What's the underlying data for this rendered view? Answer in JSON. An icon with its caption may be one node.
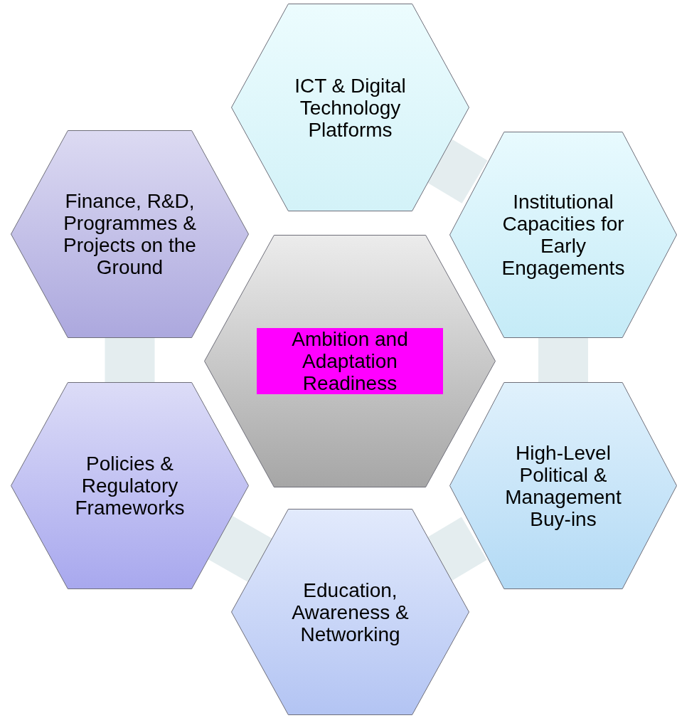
{
  "diagram": {
    "nodes": [
      {
        "text": [
          "ICT & Digital Technology Platforms"
        ]
      },
      {
        "text": [
          "Finance, R&D, Programmes & Projects on the Ground"
        ]
      },
      {
        "text": [
          "Institutional Capacities for Early Engagements"
        ]
      },
      {
        "text": [
          "Ambition and Adaptation Readiness"
        ]
      },
      {
        "text": [
          "Policies & Regulatory Frameworks"
        ]
      },
      {
        "text": [
          "High-Level Political & Management Buy-ins"
        ]
      },
      {
        "text": [
          "Education, Awareness & Networking"
        ]
      }
    ],
    "edges": [
      {
        "from": 0,
        "to": 2,
        "arrow": "none"
      },
      {
        "from": 2,
        "to": 5,
        "arrow": "none"
      },
      {
        "from": 5,
        "to": 6,
        "arrow": "none"
      },
      {
        "from": 6,
        "to": 4,
        "arrow": "none"
      },
      {
        "from": 4,
        "to": 1,
        "arrow": "none"
      }
    ]
  }
}
